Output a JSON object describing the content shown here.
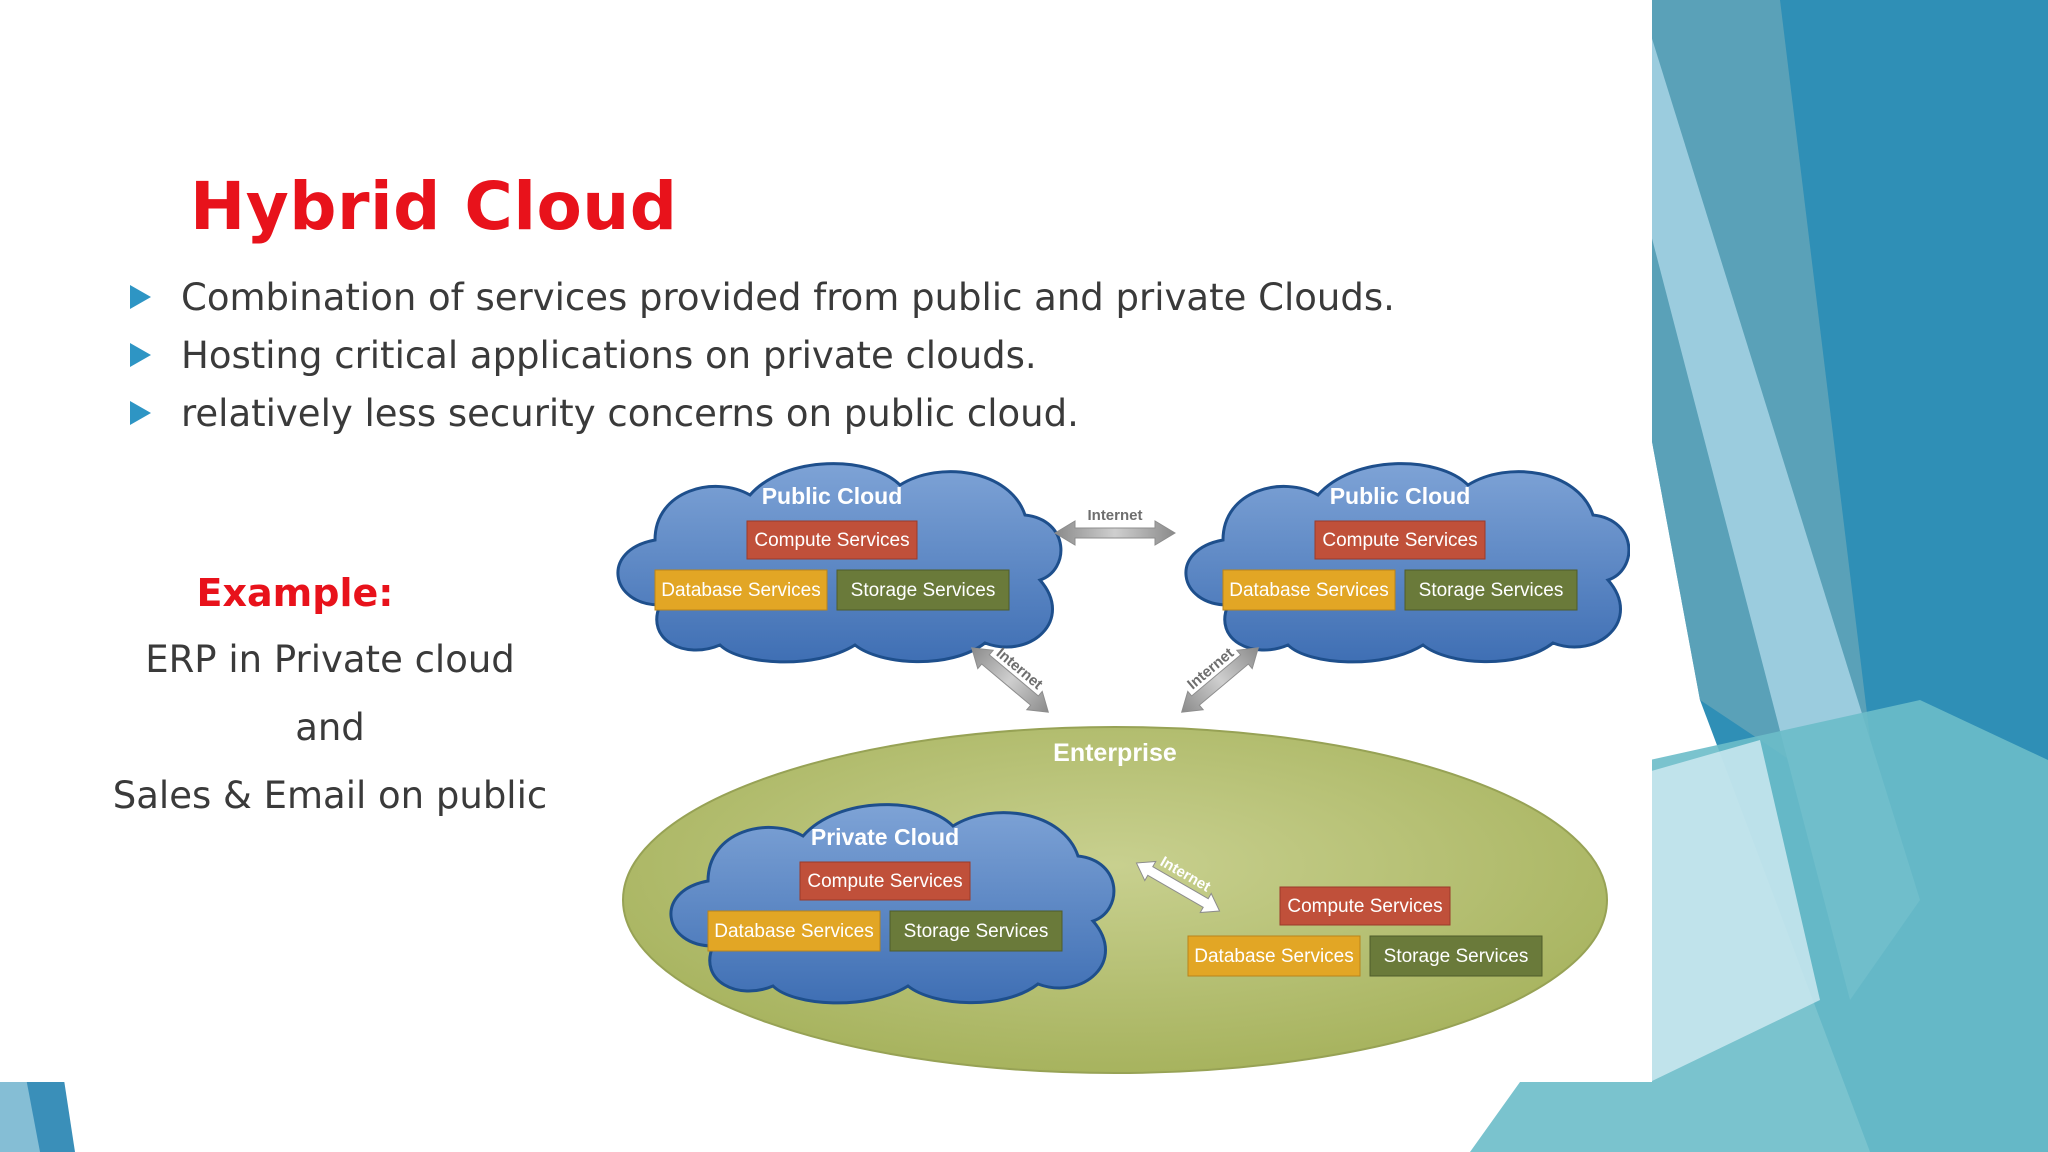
{
  "slide": {
    "title": "Hybrid Cloud",
    "bullets": [
      "Combination of services provided from public and private Clouds.",
      "Hosting critical applications on private clouds.",
      "relatively less security concerns on public cloud."
    ],
    "example": {
      "label": "Example:",
      "lines": [
        "ERP in Private cloud",
        "and",
        "Sales & Email on public"
      ]
    }
  },
  "diagram": {
    "public_cloud_left": {
      "title": "Public Cloud",
      "compute": "Compute Services",
      "database": "Database Services",
      "storage": "Storage Services"
    },
    "public_cloud_right": {
      "title": "Public Cloud",
      "compute": "Compute Services",
      "database": "Database Services",
      "storage": "Storage Services"
    },
    "enterprise": {
      "title": "Enterprise",
      "private_cloud": {
        "title": "Private Cloud",
        "compute": "Compute Services",
        "database": "Database Services",
        "storage": "Storage Services"
      },
      "onprem": {
        "compute": "Compute Services",
        "database": "Database Services",
        "storage": "Storage Services"
      }
    },
    "links": {
      "top": "Internet",
      "left_down": "Internet",
      "right_down": "Internet",
      "enterprise": "Internet"
    }
  },
  "colors": {
    "title": "#e8121b",
    "bullet_arrow": "#2e95c4",
    "cloud_fill": "#5b86c4",
    "cloud_stroke": "#1e4f8c",
    "enterprise_fill": "#b7c27a",
    "compute": "#c0503a",
    "database": "#e2a625",
    "storage": "#6a7a3a"
  }
}
